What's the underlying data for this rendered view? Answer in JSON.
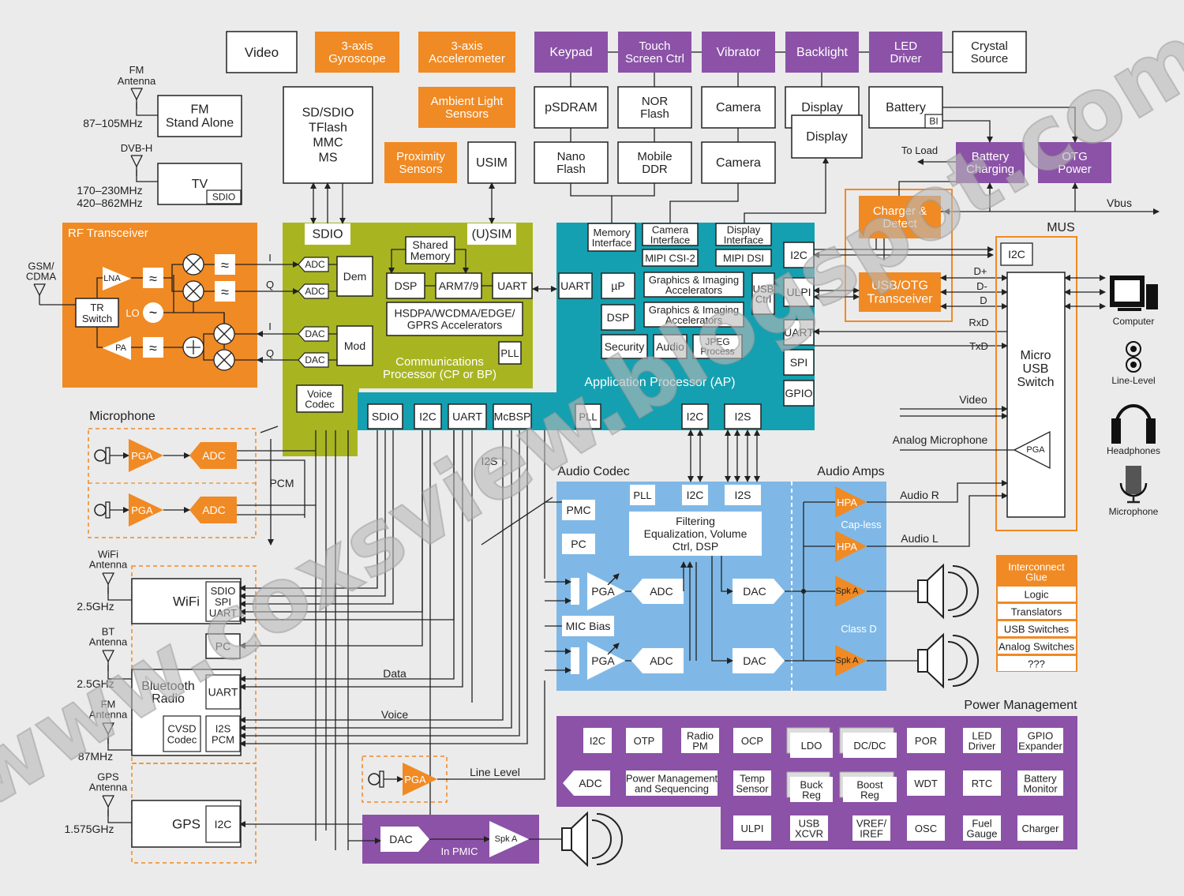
{
  "colors": {
    "orange": "#f08a24",
    "purple": "#8b52a7",
    "green": "#a8b521",
    "teal": "#14a0b0",
    "blue": "#7fb8e6",
    "white": "#ffffff",
    "black": "#222222",
    "watermark": "#b9b9b9"
  },
  "watermark": "www.coxsview.blogspot.com",
  "peripherals": {
    "video": "Video",
    "gyro": [
      "3-axis",
      "Gyroscope"
    ],
    "accel": [
      "3-axis",
      "Accelerometer"
    ],
    "ambient": [
      "Ambient Light",
      "Sensors"
    ],
    "proximity": [
      "Proximity",
      "Sensors"
    ],
    "usim": "USIM",
    "sd": [
      "SD/SDIO",
      "TFlash",
      "MMC",
      "MS"
    ],
    "keypad": "Keypad",
    "touch": [
      "Touch",
      "Screen Ctrl"
    ],
    "vibrator": "Vibrator",
    "backlight": "Backlight",
    "led_driver": [
      "LED",
      "Driver"
    ],
    "crystal": [
      "Crystal",
      "Source"
    ],
    "psdram": "pSDRAM",
    "nor": [
      "NOR",
      "Flash"
    ],
    "camera1": "Camera",
    "display1": "Display",
    "battery": "Battery",
    "bi": "BI",
    "nano": [
      "Nano",
      "Flash"
    ],
    "mddr": [
      "Mobile",
      "DDR"
    ],
    "camera2": "Camera",
    "display2": "Display",
    "to_load": "To Load",
    "battery_charging": [
      "Battery",
      "Charging"
    ],
    "otg_power": [
      "OTG",
      "Power"
    ],
    "vbus": "Vbus",
    "mus": "MUS"
  },
  "radio": {
    "fm_antenna": [
      "FM",
      "Antenna"
    ],
    "fm_freq": "87–105MHz",
    "fm_stand": [
      "FM",
      "Stand Alone"
    ],
    "dvbh": "DVB-H",
    "tv": "TV",
    "tv_sdio": "SDIO",
    "tv_freq": [
      "170–230MHz",
      "420–862MHz"
    ],
    "gsm": [
      "GSM/",
      "CDMA"
    ]
  },
  "rf": {
    "title": "RF Transceiver",
    "lna": "LNA",
    "pa": "PA",
    "tr": [
      "TR",
      "Switch"
    ],
    "lo": "LO",
    "i": "I",
    "q": "Q"
  },
  "cp": {
    "sdio": "SDIO",
    "usim": "(U)SIM",
    "adc": "ADC",
    "dac": "DAC",
    "dem": "Dem",
    "mod": "Mod",
    "shared": [
      "Shared",
      "Memory"
    ],
    "dsp": "DSP",
    "arm": "ARM7/9",
    "uart": "UART",
    "hsdpa": [
      "HSDPA/WCDMA/EDGE/",
      "GPRS Accelerators"
    ],
    "pll": "PLL",
    "title": [
      "Communications",
      "Processor (CP or BP)"
    ],
    "voice_codec": [
      "Voice",
      "Codec"
    ]
  },
  "ap": {
    "mem_if": [
      "Memory",
      "Interface"
    ],
    "cam_if": [
      "Camera",
      "Interface"
    ],
    "mipi_csi": "MIPI CSI-2",
    "disp_if": [
      "Display",
      "Interface"
    ],
    "mipi_dsi": "MIPI DSI",
    "i2c": "I2C",
    "uart": "UART",
    "up": "µP",
    "gfx1": [
      "Graphics & Imaging",
      "Accelerators"
    ],
    "gfx2": [
      "Graphics & Imaging",
      "Accelerators"
    ],
    "usb_ctrl": [
      "USB",
      "Ctrl"
    ],
    "ulpi": "ULPI",
    "dsp": "DSP",
    "uart2": "UART",
    "security": "Security",
    "audio": "Audio",
    "jpeg": [
      "JPEG",
      "Process"
    ],
    "spi": "SPI",
    "gpio": "GPIO",
    "title": "Application Processor (AP)",
    "b_sdio": "SDIO",
    "b_i2c": "I2C",
    "b_uart": "UART",
    "b_mcbsp": "McBSP",
    "b_pll": "PLL",
    "b_i2c2": "I2C",
    "b_i2s": "I2S"
  },
  "usb": {
    "charger": [
      "Charger &",
      "Detect"
    ],
    "i2c": "I2C",
    "usbotg": [
      "USB/OTG",
      "Transceiver"
    ],
    "dp": "D+",
    "dm": "D-",
    "d": "D",
    "rxd": "RxD",
    "txd": "TxD",
    "video": "Video",
    "analog_mic": "Analog Microphone",
    "switch": [
      "Micro",
      "USB",
      "Switch"
    ],
    "pga": "PGA",
    "audio_r": "Audio R",
    "audio_l": "Audio L",
    "computer": "Computer",
    "line_level": "Line-Level",
    "headphones": "Headphones",
    "microphone": "Microphone"
  },
  "mic": {
    "title": "Microphone",
    "pga": "PGA",
    "adc": "ADC",
    "pcm": "PCM",
    "i2s": "I2S"
  },
  "codec": {
    "title": "Audio Codec",
    "pll": "PLL",
    "i2c": "I2C",
    "i2s": "I2S",
    "pmc": "PMC",
    "pc": "PC",
    "filter": [
      "Filtering",
      "Equalization, Volume",
      "Ctrl, DSP"
    ],
    "pga": "PGA",
    "adc": "ADC",
    "dac": "DAC",
    "mic_bias": "MIC Bias"
  },
  "amps": {
    "title": "Audio Amps",
    "hpa": "HPA",
    "capless": "Cap-less",
    "spk": "Spk A",
    "classd": "Class D"
  },
  "glue": {
    "title": [
      "Interconnect",
      "Glue"
    ],
    "items": [
      "Logic",
      "Translators",
      "USB Switches",
      "Analog Switches",
      "???"
    ]
  },
  "wireless": {
    "wifi_ant": [
      "WiFi",
      "Antenna"
    ],
    "wifi_freq": "2.5GHz",
    "wifi": "WiFi",
    "wifi_if": [
      "SDIO",
      "SPI",
      "UART"
    ],
    "pc": "PC",
    "bt_ant": [
      "BT",
      "Antenna"
    ],
    "bt_freq": "2.5GHz",
    "bt": [
      "Bluetooth",
      "Radio"
    ],
    "bt_uart": "UART",
    "cvsd": [
      "CVSD",
      "Codec"
    ],
    "i2s_pcm": [
      "I2S",
      "PCM"
    ],
    "fm_ant": [
      "FM",
      "Antenna"
    ],
    "fm_freq": "87MHz",
    "gps_ant": [
      "GPS",
      "Antenna"
    ],
    "gps_freq": "1.575GHz",
    "gps": "GPS",
    "gps_i2c": "I2C",
    "data": "Data",
    "voice": "Voice",
    "line_level": "Line Level",
    "pga": "PGA"
  },
  "pmic": {
    "dac": "DAC",
    "spk": "Spk A",
    "title": "In PMIC"
  },
  "power": {
    "title": "Power Management",
    "row1": [
      "I2C",
      "OTP",
      [
        "Radio",
        "PM"
      ],
      "OCP",
      "LDO",
      "DC/DC",
      "POR",
      [
        "LED",
        "Driver"
      ],
      [
        "GPIO",
        "Expander"
      ]
    ],
    "row2": [
      "ADC",
      [
        "Power Management",
        "and Sequencing"
      ],
      [
        "Temp",
        "Sensor"
      ],
      [
        "Buck",
        "Reg"
      ],
      [
        "Boost",
        "Reg"
      ],
      "WDT",
      "RTC",
      [
        "Battery",
        "Monitor"
      ]
    ],
    "row3": [
      "ULPI",
      [
        "USB",
        "XCVR"
      ],
      [
        "VREF/",
        "IREF"
      ],
      "OSC",
      [
        "Fuel",
        "Gauge"
      ],
      "Charger"
    ]
  }
}
